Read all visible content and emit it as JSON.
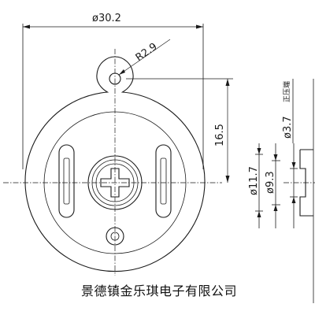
{
  "drawing": {
    "dimensions": {
      "overall_diameter": "ø30.2",
      "hole_radius": "R2.9",
      "height_to_center": "16.5",
      "inner_hole_dia": "ø3.7",
      "terminal_note": "正压端",
      "flange_dia": "ø11.7",
      "stem_dia": "ø9.3"
    },
    "company_name": "景德镇金乐琪电子有限公司"
  }
}
